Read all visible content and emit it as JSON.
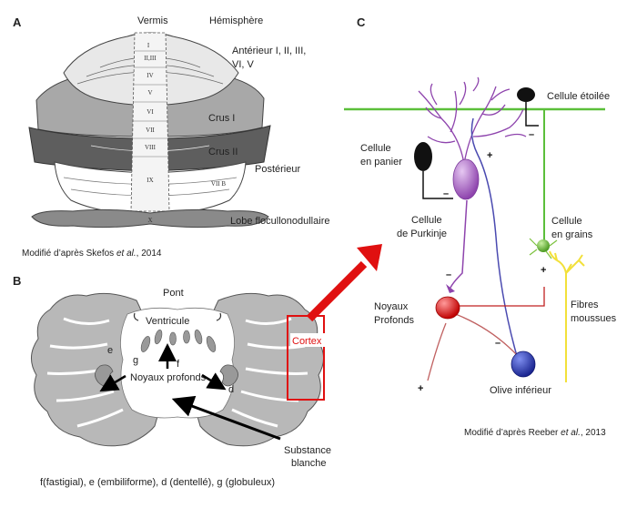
{
  "panels": {
    "a": "A",
    "b": "B",
    "c": "C"
  },
  "panel_a": {
    "vermis": "Vermis",
    "hemisphere": "Hémisphère",
    "anterior_line1": "Antérieur I, II, III,",
    "anterior_line2": "VI, V",
    "crus1": "Crus I",
    "crus2": "Crus II",
    "posterior": "Postérieur",
    "lobe": "Lobe flocullonodullaire",
    "lobules": [
      "I",
      "II,III",
      "IV",
      "V",
      "VI",
      "VII",
      "VIII",
      "IX",
      "X",
      "VII B"
    ],
    "credit_prefix": "Modifié d’après Skefos ",
    "credit_italic": "et al.",
    "credit_suffix": ", 2014"
  },
  "panel_b": {
    "pont": "Pont",
    "ventricule": "Ventricule",
    "e": "e",
    "g": "g",
    "f": "f",
    "d": "d",
    "noyaux": "Noyaux profonds",
    "cortex": "Cortex",
    "substance_line1": "Substance",
    "substance_line2": "blanche",
    "caption": "f(fastigial), e (embiliforme), d (dentellé), g (globuleux)"
  },
  "panel_c": {
    "etoilee": "Cellule étoilée",
    "panier_line1": "Cellule",
    "panier_line2": "en panier",
    "purkinje_line1": "Cellule",
    "purkinje_line2": "de Purkinje",
    "grains_line1": "Cellule",
    "grains_line2": "en grains",
    "noyaux_line1": "Noyaux",
    "noyaux_line2": "Profonds",
    "fibres_line1": "Fibres",
    "fibres_line2": "moussues",
    "olive": "Olive inférieur",
    "credit_prefix": "Modifié d’après Reeber ",
    "credit_italic": "et al.",
    "credit_suffix": ", 2013",
    "signs": {
      "minus": "–",
      "plus": "+"
    }
  },
  "colors": {
    "parallel_fiber": "#5bbf3a",
    "purkinje": "#9b59b6",
    "dendrites": "#8e44ad",
    "climbing": "#4a4ab0",
    "deep_nuclei": "#e01010",
    "olive": "#2a3aa8",
    "mossy": "#f2e03a",
    "granule": "#7cc23e",
    "cortex_box": "#e01010",
    "red_arrow": "#e01010",
    "lobe_gray": "#8a8a8a",
    "crus1_gray": "#a8a8a8",
    "crus2_gray": "#5e5e5e"
  }
}
